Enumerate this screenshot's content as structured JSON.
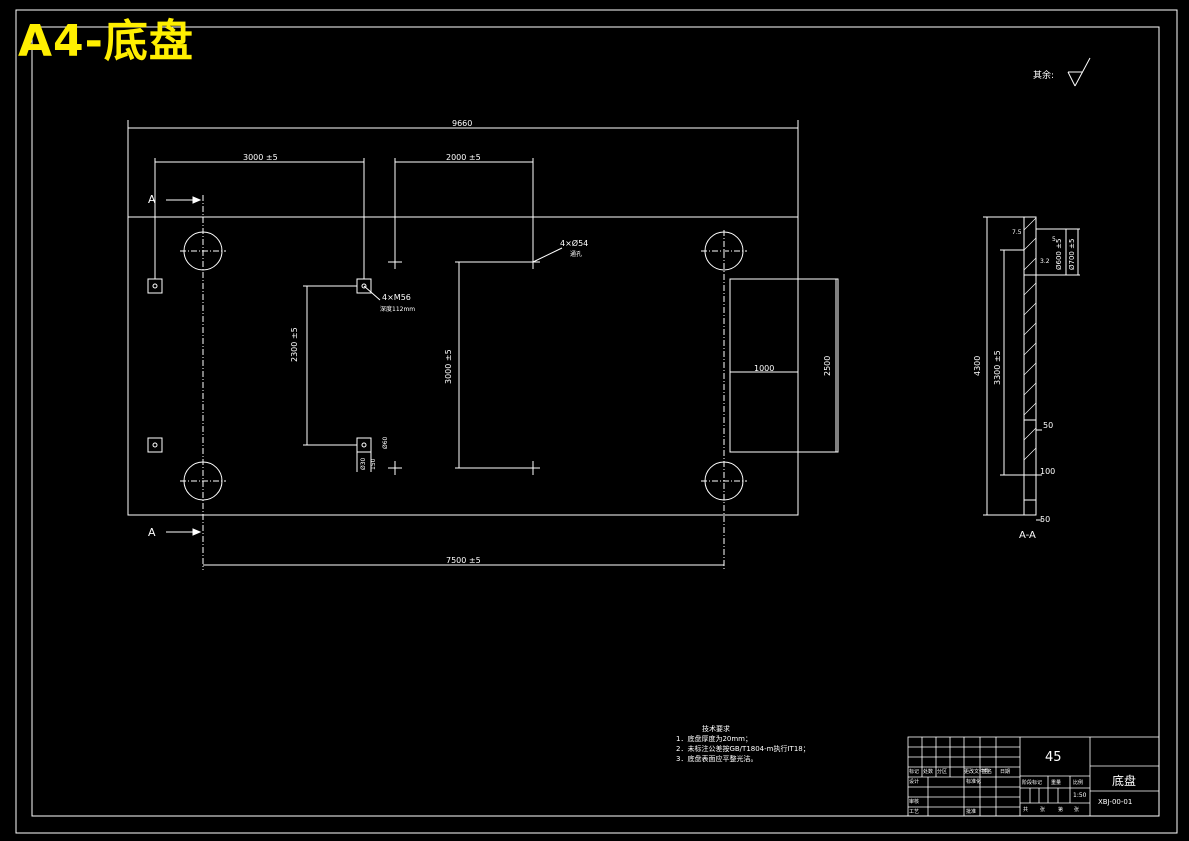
{
  "sheet_label": "A4-底盘",
  "surface_finish": "其余:",
  "dimensions": {
    "overall_length": "9660",
    "hole_spacing_left": "3000 ±5",
    "hole_spacing_mid": "2000 ±5",
    "bottom_span": "7500 ±5",
    "vertical_left": "2300 ±5",
    "vertical_mid": "3000 ±5",
    "notch_width": "1000",
    "notch_height": "2500",
    "hole_callout_1": "4×Ø54",
    "hole_callout_1_sub": "通孔",
    "hole_callout_2": "4×M56",
    "hole_callout_2_sub": "深度112mm",
    "small_1": "Ø60",
    "small_2": "Ø30",
    "small_3": "150",
    "small_4": "150"
  },
  "section": {
    "marker_a_top": "A",
    "marker_a_bottom": "A",
    "title": "A-A",
    "total_height": "4300",
    "inner_height": "3300 ±5",
    "dia_1": "Ø600 ±5",
    "dia_2": "Ø700 ±5",
    "depth_1": "50",
    "depth_2": "100",
    "depth_3": "50",
    "chamfer": "7.5",
    "small": "3.2",
    "t1": "5"
  },
  "notes": {
    "title": "技术要求",
    "items": [
      "1．底盘厚度为20mm；",
      "2．未标注公差按GB/T1804-m执行IT18；",
      "3．底盘表面应平整光洁。"
    ]
  },
  "title_block": {
    "material": "45",
    "part_name": "底盘",
    "drawing_no": "XBJ-00-01",
    "scale": "1:50",
    "labels": [
      "标记",
      "处数",
      "分区",
      "更改文件号",
      "签名",
      "日期",
      "设计",
      "标准化",
      "审核",
      "工艺",
      "批准",
      "阶段标记",
      "重量",
      "比例",
      "共",
      "张",
      "第",
      "张"
    ]
  }
}
